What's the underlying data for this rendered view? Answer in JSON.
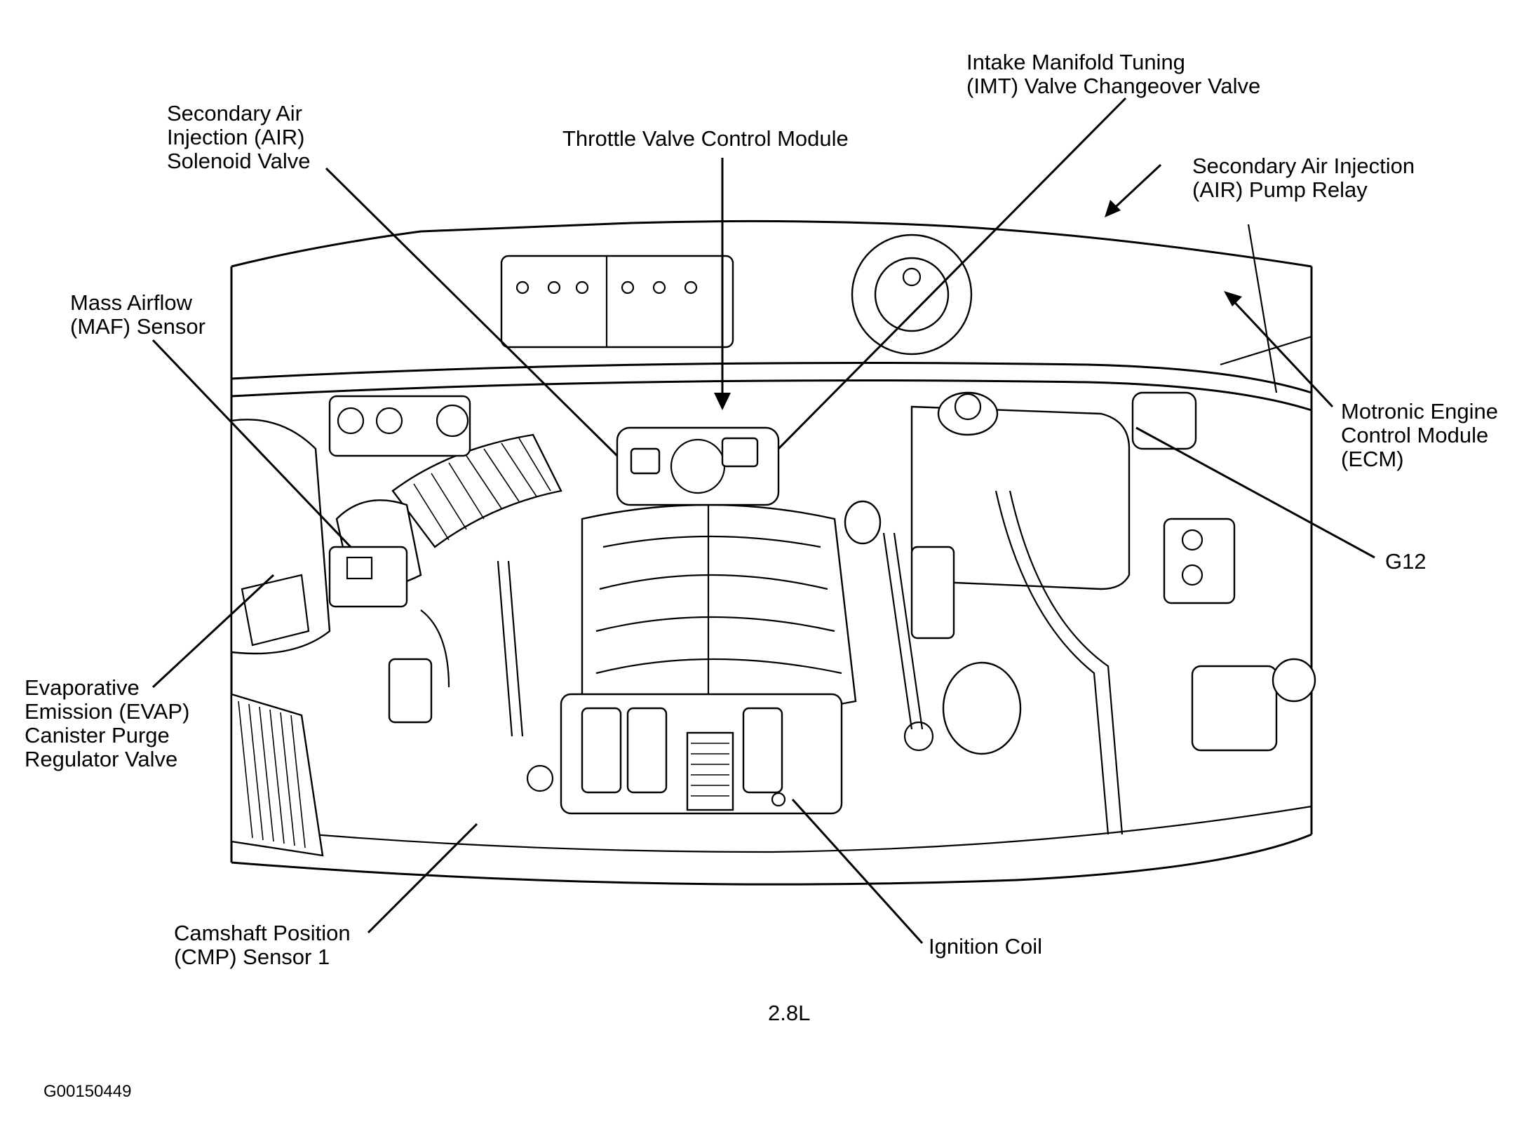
{
  "labels": {
    "air_solenoid": [
      "Secondary Air",
      "Injection (AIR)",
      "Solenoid Valve"
    ],
    "throttle": [
      "Throttle Valve Control Module"
    ],
    "imt": [
      "Intake Manifold Tuning",
      "(IMT) Valve Changeover Valve"
    ],
    "air_pump_relay": [
      "Secondary Air Injection",
      "(AIR) Pump Relay"
    ],
    "maf": [
      "Mass Airflow",
      "(MAF) Sensor"
    ],
    "ecm": [
      "Motronic Engine",
      "Control Module",
      "(ECM)"
    ],
    "g12": [
      "G12"
    ],
    "evap": [
      "Evaporative",
      "Emission (EVAP)",
      "Canister Purge",
      "Regulator Valve"
    ],
    "cmp": [
      "Camshaft Position",
      "(CMP) Sensor 1"
    ],
    "ignition": [
      "Ignition Coil"
    ]
  },
  "engine_label": "2.8L",
  "figure_id": "G00150449",
  "colors": {
    "ink": "#000000",
    "paper": "#ffffff"
  }
}
